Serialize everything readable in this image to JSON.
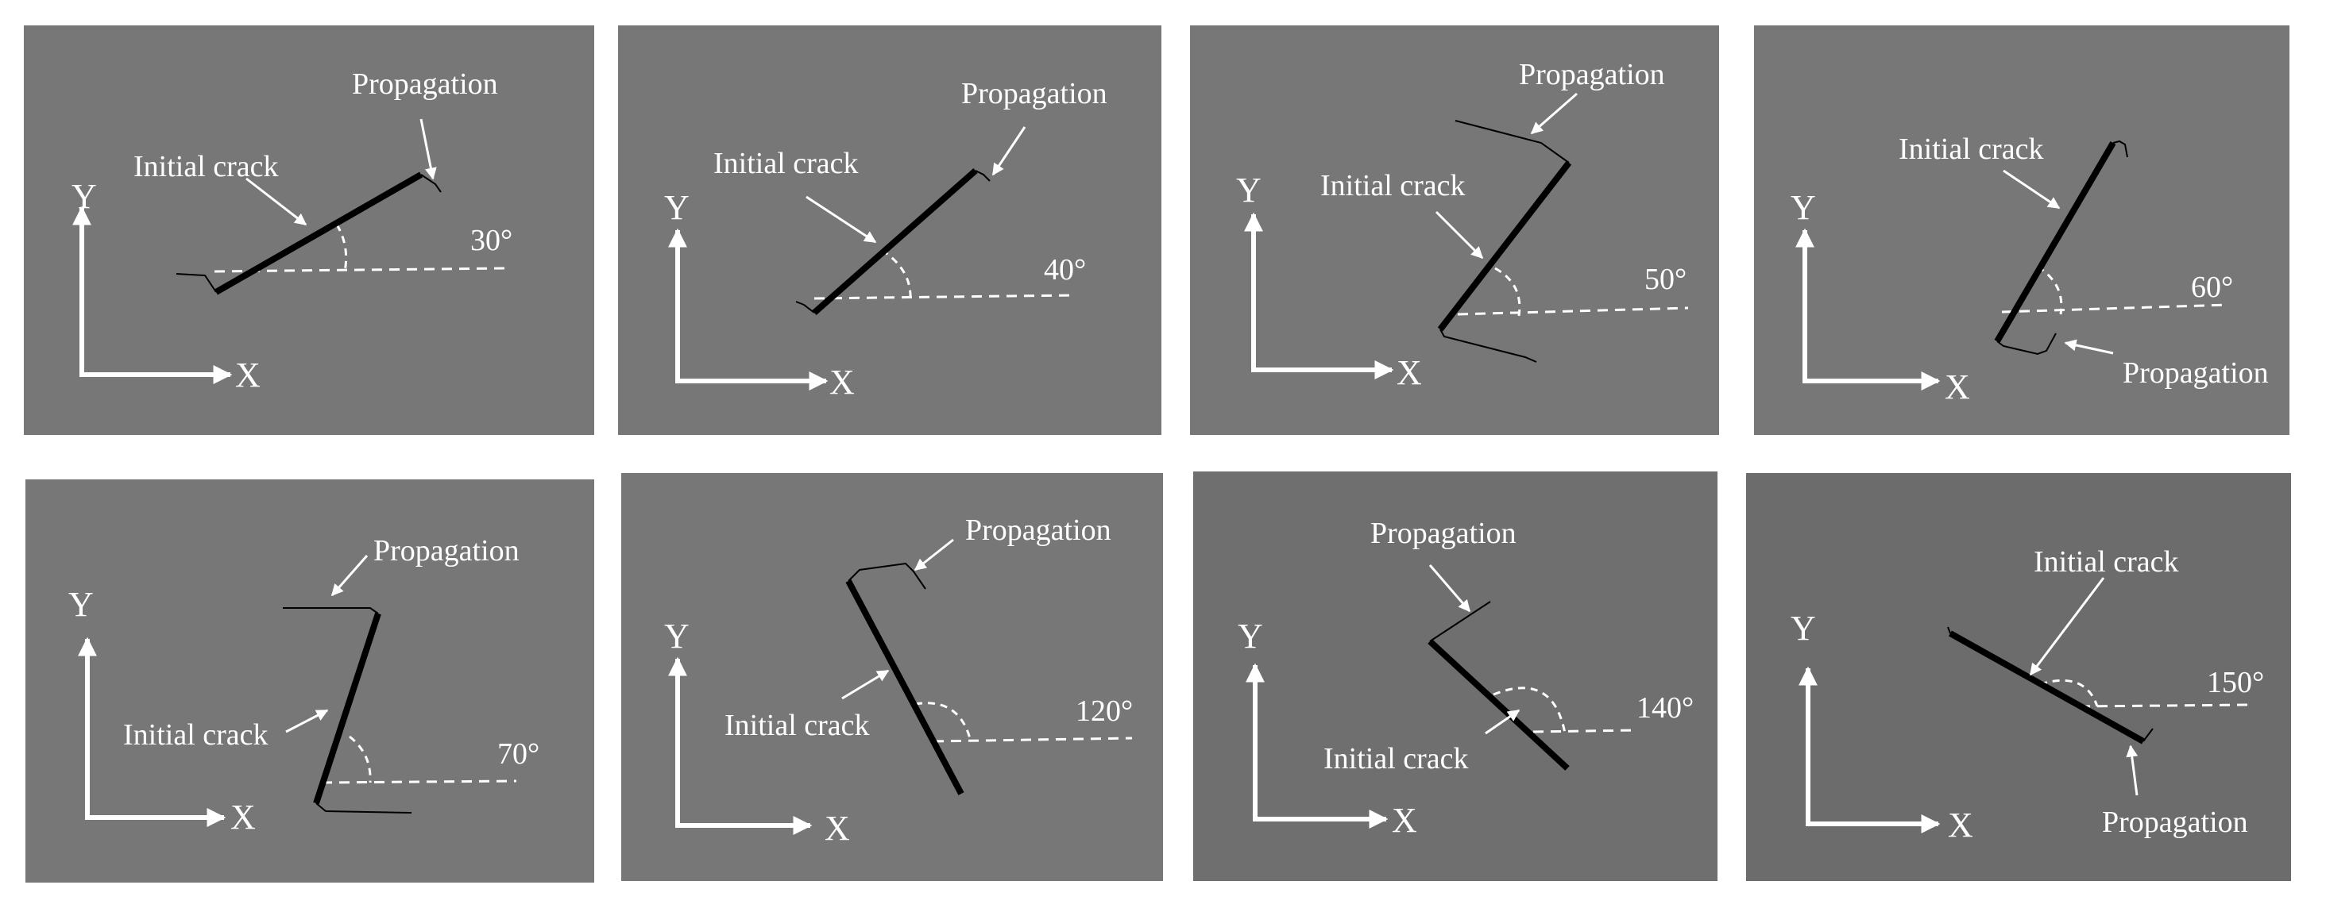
{
  "labels": {
    "initial_crack": "Initial  crack",
    "propagation": "Propagation",
    "axis_x": "X",
    "axis_y": "Y"
  },
  "colors": {
    "panel": "#777777",
    "panel_dark": "#6d6d6d",
    "crack": "#000000",
    "annotation": "#ffffff"
  },
  "panels": [
    {
      "angle_label": "30°",
      "angle_deg": 30,
      "propagation_side": "upper"
    },
    {
      "angle_label": "40°",
      "angle_deg": 40,
      "propagation_side": "upper"
    },
    {
      "angle_label": "50°",
      "angle_deg": 50,
      "propagation_side": "upper"
    },
    {
      "angle_label": "60°",
      "angle_deg": 60,
      "propagation_side": "lower"
    },
    {
      "angle_label": "70°",
      "angle_deg": 70,
      "propagation_side": "upper"
    },
    {
      "angle_label": "120°",
      "angle_deg": 120,
      "propagation_side": "upper"
    },
    {
      "angle_label": "140°",
      "angle_deg": 140,
      "propagation_side": "upper"
    },
    {
      "angle_label": "150°",
      "angle_deg": 150,
      "propagation_side": "lower"
    }
  ]
}
